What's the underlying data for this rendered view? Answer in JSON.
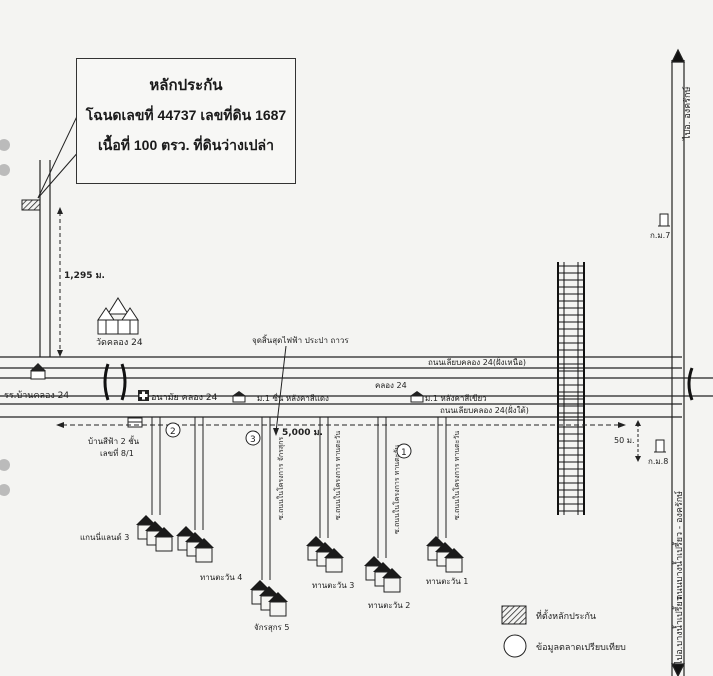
{
  "collateral_box": {
    "title": "หลักประกัน",
    "line1": "โฉนดเลขที่ 44737 เลขที่ดิน 1687",
    "line2": "เนื้อที่ 100 ตรว.  ที่ดินว่างเปล่า"
  },
  "roads": {
    "north_road": "ถนนเลียบคลอง 24(ฝั่งเหนือ)",
    "canal": "คลอง 24",
    "south_road": "ถนนเลียบคลอง 24(ฝั่งใต้)",
    "right_road": "ถนนบางน้ำเปรี้ยว - องครักษ์",
    "to_ongkharak": "ไปอ. องครักษ์",
    "to_bangnamprieo": "ไปอ.บางน้ำเปรี้ยว"
  },
  "distances": {
    "d1": "1,295 ม.",
    "d2": "5,000 ม.",
    "d3": "50 ม."
  },
  "places": {
    "temple": "วัดคลอง 24",
    "school": "รร.บ้านคลอง 24",
    "health_center": "อนามัย คลอง 24",
    "village1": "ม.1 ซื่น หลังคาสีแดง",
    "village1b": "ม.1 หลังคาสีเขียว",
    "shop": "บ้านสีฟ้า 2 ชั้น",
    "shop_no": "เลขที่ 8/1",
    "pole": "จุดสิ้นสุดไฟฟ้า ประปา ถาวร",
    "km7": "ก.ม.7",
    "km8": "ก.ม.8"
  },
  "soi_labels": {
    "s1": "ซ.ถนนในโครงการ ทานตะวัน",
    "s2": "ซ.ถนนในโครงการ ทานตะวัน",
    "s3": "ซ.ถนนในโครงการ ทานตะวัน",
    "s4": "ซ.ถนนในโครงการ จักรสุกร"
  },
  "markers": [
    "1",
    "2",
    "3"
  ],
  "projects": {
    "p1": "แกนนี่แลนด์ 3",
    "p2": "ทานตะวัน 4",
    "p3": "จักรสุกร 5",
    "p4": "ทานตะวัน 3",
    "p5": "ทานตะวัน 2",
    "p6": "ทานตะวัน 1"
  },
  "legend": {
    "collateral": "ที่ตั้งหลักประกัน",
    "market": "ข้อมูลตลาดเปรียบเทียบ"
  },
  "colors": {
    "ink": "#222222",
    "paper": "#f4f4f2"
  }
}
